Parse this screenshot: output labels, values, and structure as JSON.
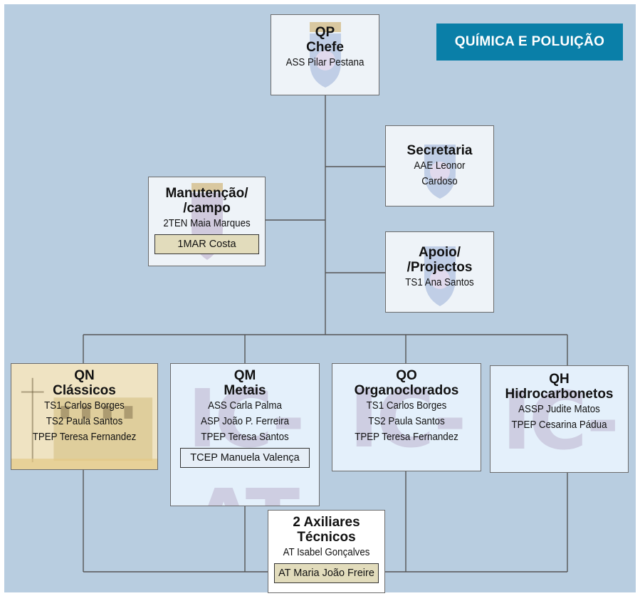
{
  "title": "QUÍMICA E POLUIÇÃO",
  "nodes": {
    "qp": {
      "line1": "QP",
      "line2": "Chefe",
      "staff": [
        "ASS Pilar Pestana"
      ]
    },
    "secretaria": {
      "name": "Secretaria",
      "staff": [
        "AAE Leonor",
        "Cardoso"
      ]
    },
    "manutencao": {
      "line1": "Manutenção/",
      "line2": "/campo",
      "staff": [
        "2TEN Maia Marques"
      ],
      "inner": "1MAR Costa"
    },
    "apoio": {
      "line1": "Apoio/",
      "line2": "/Projectos",
      "staff": [
        "TS1 Ana Santos"
      ]
    },
    "qn": {
      "line1": "QN",
      "line2": "Clássicos",
      "staff": [
        "TS1 Carlos Borges",
        "TS2 Paula Santos",
        "TPEP Teresa Fernandez"
      ]
    },
    "qm": {
      "line1": "QM",
      "line2": "Metais",
      "staff": [
        "ASS Carla Palma",
        "ASP João P. Ferreira",
        "TPEP Teresa Santos"
      ],
      "inner": "TCEP Manuela Valença"
    },
    "qo": {
      "line1": "QO",
      "line2": "Organoclorados",
      "staff": [
        "TS1 Carlos Borges",
        "TS2 Paula Santos",
        "TPEP Teresa Fernandez"
      ]
    },
    "qh": {
      "line1": "QH",
      "line2": "Hidrocarbonetos",
      "staff": [
        "ASSP Judite Matos",
        "TPEP Cesarina Pádua"
      ]
    },
    "auxiliares": {
      "line1": "2 Axiliares",
      "line2": "Técnicos",
      "staff": [
        "AT Isabel Gonçalves"
      ],
      "inner": "AT Maria João Freire"
    }
  },
  "watermark_text": "IC-AT",
  "colors": {
    "background": "#b8cde0",
    "badge": "#0a7fa8",
    "box": "#eef3f8",
    "line": "#555555"
  }
}
